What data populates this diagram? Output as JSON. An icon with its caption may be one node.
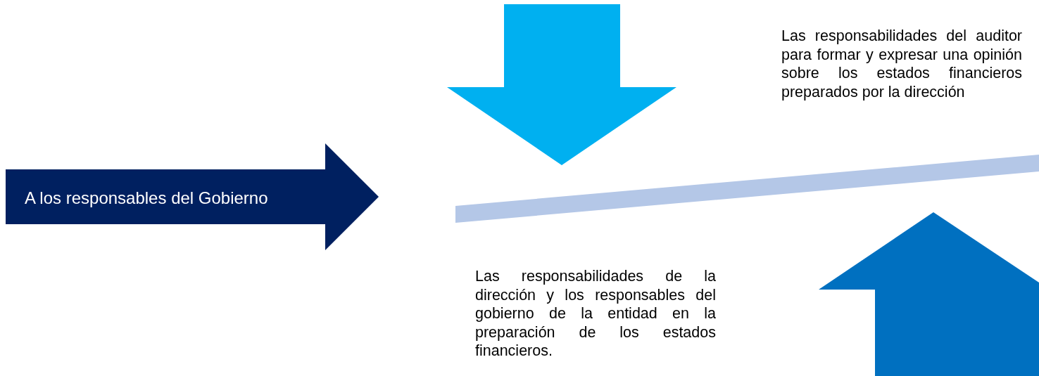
{
  "diagram": {
    "nodes": [
      {
        "text": [
          "A los responsables del Gobierno"
        ]
      }
    ],
    "edges": [],
    "labels": [
      "Las responsabilidades del auditor para formar y expresar una opinión sobre los estados financieros preparados por la dirección",
      "Las responsabilidades de la dirección y los responsables del gobierno de la entidad en la preparación de los estados financieros."
    ]
  }
}
